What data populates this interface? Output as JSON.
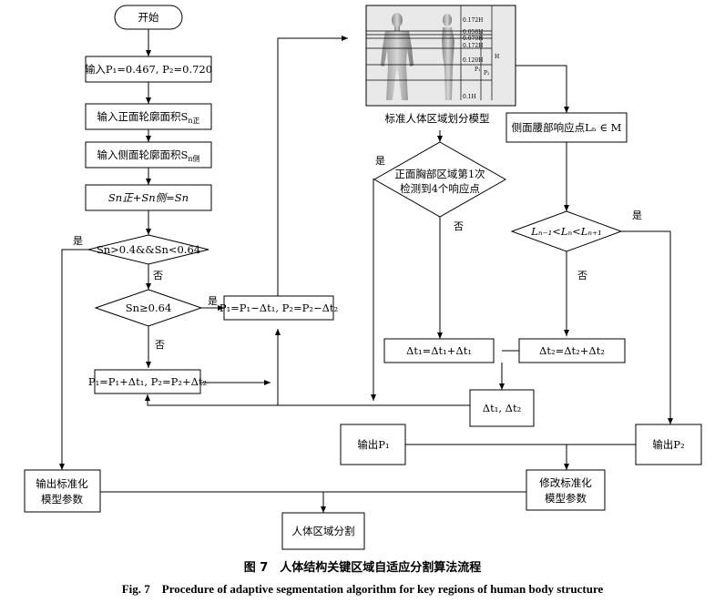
{
  "nodes": {
    "start": "开始",
    "input_p": "输入P₁=0.467, P₂=0.720",
    "input_front": "输入正面轮廓面积S",
    "input_front_sub": "n正",
    "input_side": "输入侧面轮廓面积S",
    "input_side_sub": "n侧",
    "sum": "S",
    "sum_full": "Sn正+Sn侧=Sn",
    "cond1": "Sn>0.4&&Sn<0.64",
    "cond2": "Sn≥0.64",
    "dec_p": "P₁=P₁−Δt₁, P₂=P₂−Δt₂",
    "inc_p": "P₁=P₁+Δt₁, P₂=P₂+Δt₂",
    "output_std_line1": "输出标准化",
    "output_std_line2": "模型参数",
    "model_caption": "标准人体区域划分模型",
    "side_waist": "侧面腰部响应点Lₙ ∈ M",
    "chest_line1": "正面胸部区域第1次",
    "chest_line2": "检测到4个响应点",
    "lcond": "Lₙ₋₁<Lₙ<Lₙ₊₁",
    "dt1": "Δt₁=Δt₁+Δt₁",
    "dt2": "Δt₂=Δt₂+Δt₂",
    "dtpair": "Δt₁, Δt₂",
    "out_p1": "输出P₁",
    "out_p2": "输出P₂",
    "modify_line1": "修改标准化",
    "modify_line2": "模型参数",
    "segment": "人体区域分割"
  },
  "labels": {
    "yes": "是",
    "no": "否"
  },
  "model_ruler": [
    "0.172H",
    "0.058H",
    "0.079H",
    "0.172H",
    "0.120H",
    "0.1H",
    "H",
    "P₁",
    "P₂"
  ],
  "caption": {
    "cn": "图 7　人体结构关键区域自适应分割算法流程",
    "en": "Fig. 7　Procedure of adaptive segmentation algorithm for key regions of human body structure"
  }
}
